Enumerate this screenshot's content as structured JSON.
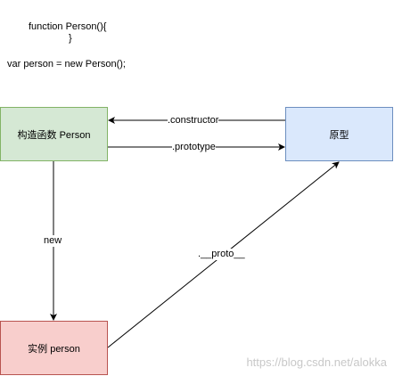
{
  "code": {
    "line1": "function Person(){",
    "line2": "}",
    "line3": "var person = new Person();"
  },
  "nodes": {
    "constructor": {
      "label": "构造函数 Person",
      "fill": "#d5e8d4",
      "stroke": "#82b366"
    },
    "prototype_object": {
      "label": "原型",
      "fill": "#dae8fc",
      "stroke": "#6c8ebf"
    },
    "instance": {
      "label": "实例 person",
      "fill": "#f8cecc",
      "stroke": "#b85450"
    }
  },
  "edges": {
    "constructor": {
      "label": ".constructor"
    },
    "prototype": {
      "label": ".prototype"
    },
    "new": {
      "label": "new"
    },
    "proto": {
      "label": ".__proto__"
    }
  },
  "watermark": "https://blog.csdn.net/alokka"
}
